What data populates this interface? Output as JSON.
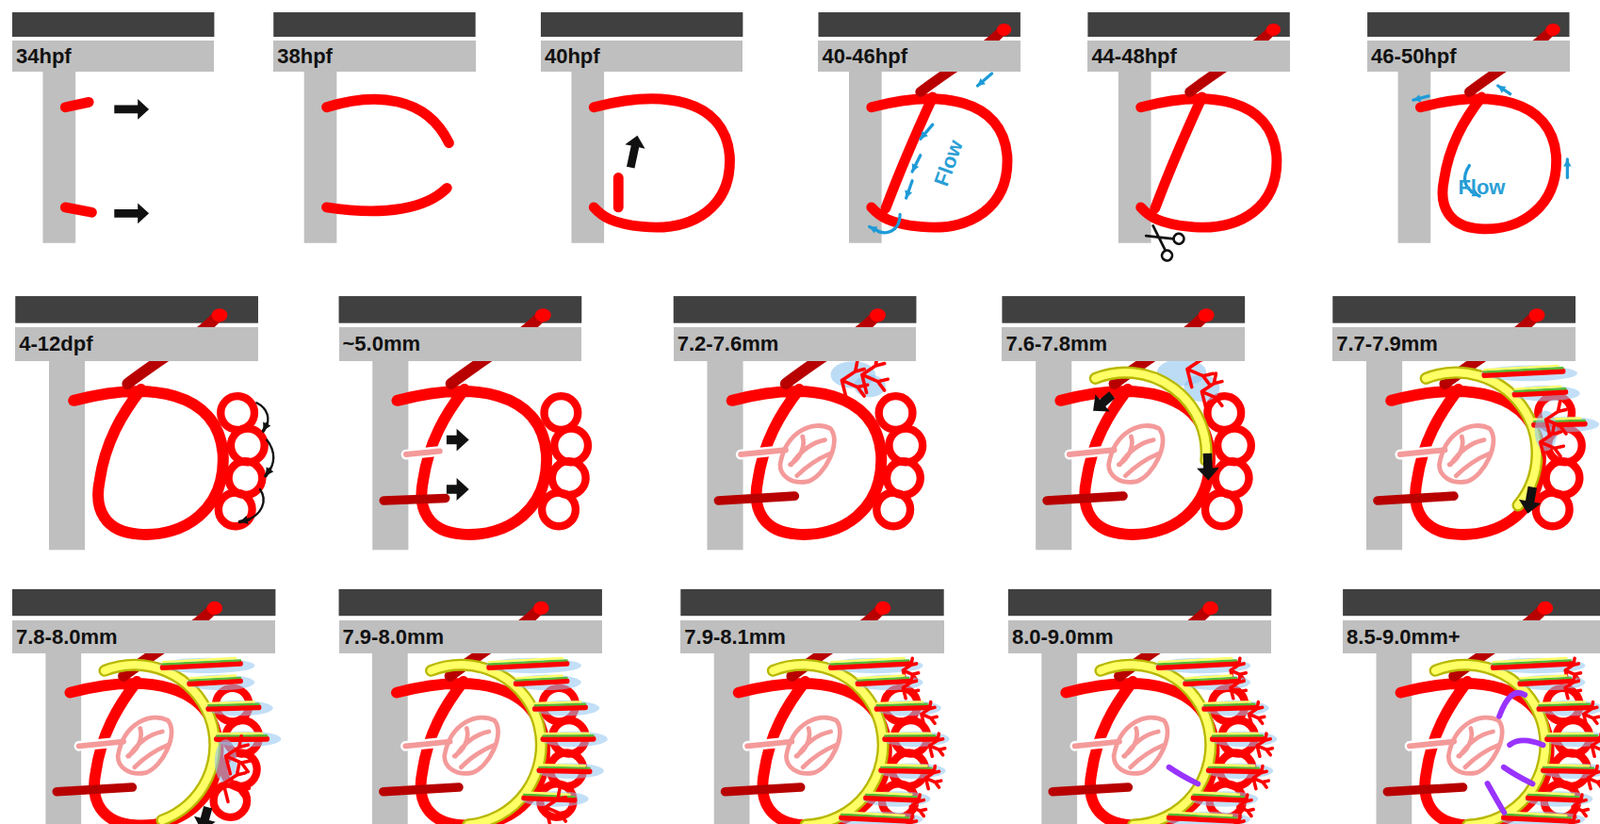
{
  "diagram": {
    "nodes": [
      {
        "text": [
          "34hpf"
        ]
      },
      {
        "text": [
          "38hpf"
        ]
      },
      {
        "text": [
          "40hpf"
        ]
      },
      {
        "text": [
          "40-46hpf"
        ]
      },
      {
        "text": [
          "44-48hpf"
        ]
      },
      {
        "text": [
          "46-50hpf"
        ]
      },
      {
        "text": [
          "4-12dpf"
        ]
      },
      {
        "text": [
          "~5.0mm"
        ]
      },
      {
        "text": [
          "7.2-7.6mm"
        ]
      },
      {
        "text": [
          "7.6-7.8mm"
        ]
      },
      {
        "text": [
          "7.7-7.9mm"
        ]
      },
      {
        "text": [
          "7.8-8.0mm"
        ]
      },
      {
        "text": [
          "7.9-8.0mm"
        ]
      },
      {
        "text": [
          "7.9-8.1mm"
        ]
      },
      {
        "text": [
          "8.0-9.0mm"
        ]
      },
      {
        "text": [
          "8.5-9.0mm+"
        ]
      }
    ],
    "labels": [
      "Flow",
      "Flow"
    ]
  }
}
